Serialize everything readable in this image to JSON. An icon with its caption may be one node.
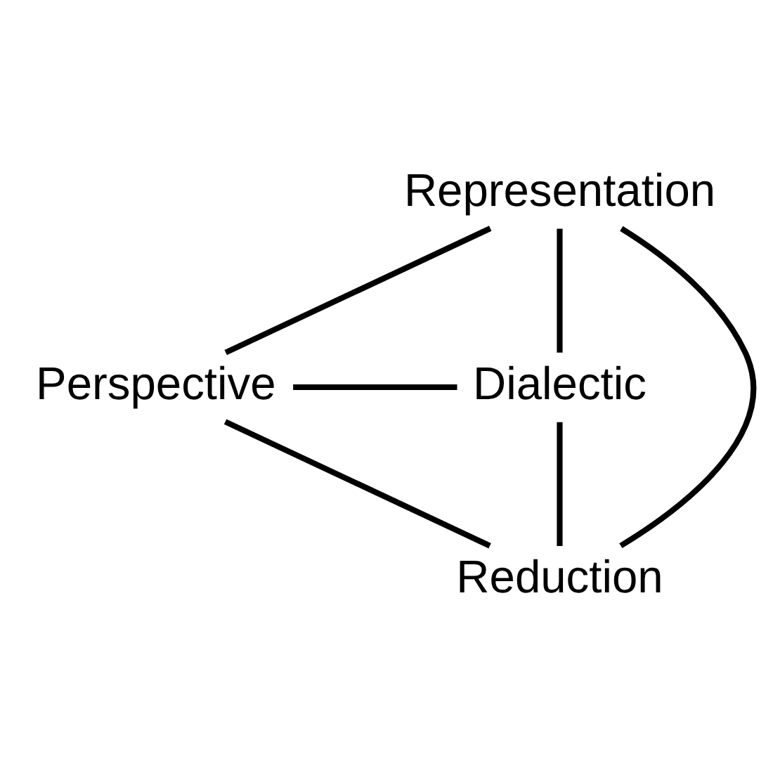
{
  "diagram": {
    "nodes": [
      {
        "text": [
          "Representation"
        ]
      },
      {
        "text": [
          "Perspective"
        ]
      },
      {
        "text": [
          "Dialectic"
        ]
      },
      {
        "text": [
          "Reduction"
        ]
      }
    ],
    "edges": [
      {
        "from": 0,
        "to": 2,
        "arrow": "none"
      },
      {
        "from": 2,
        "to": 3,
        "arrow": "none"
      },
      {
        "from": 1,
        "to": 3,
        "arrow": "none"
      },
      {
        "from": 0,
        "to": 1,
        "arrow": "none"
      },
      {
        "from": 0,
        "to": 3,
        "arrow": "none"
      },
      {
        "from": 1,
        "to": 2,
        "arrow": "none"
      }
    ]
  }
}
